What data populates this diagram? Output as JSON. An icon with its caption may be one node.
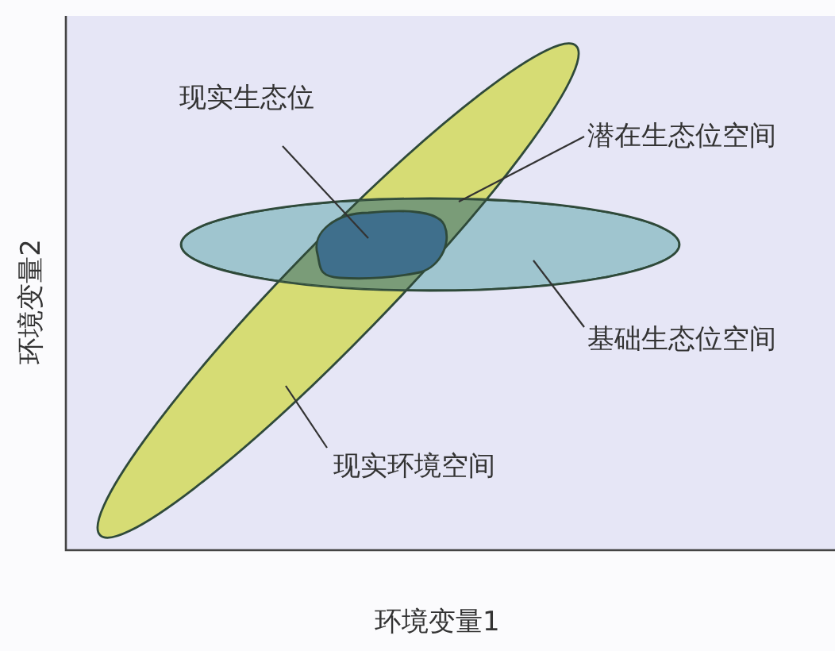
{
  "diagram": {
    "nodes": [
      {
        "text": [
          "现实生态位"
        ]
      },
      {
        "text": [
          "潜在生态位空间"
        ]
      },
      {
        "text": [
          "基础生态位空间"
        ]
      },
      {
        "text": [
          "现实环境空间"
        ]
      },
      {
        "text": [],
        "shape": "blob"
      },
      {
        "text": [],
        "shape": "ellipse"
      },
      {
        "text": [],
        "shape": "ellipse"
      }
    ],
    "edges": [
      {
        "from": 0,
        "to": 4,
        "arrow": "none"
      },
      {
        "from": 1,
        "to": 5,
        "arrow": "none"
      },
      {
        "from": 2,
        "to": 5,
        "arrow": "none"
      },
      {
        "from": 3,
        "to": 6,
        "arrow": "none"
      }
    ],
    "labels": [
      "环境变量2",
      "环境变量1"
    ]
  }
}
